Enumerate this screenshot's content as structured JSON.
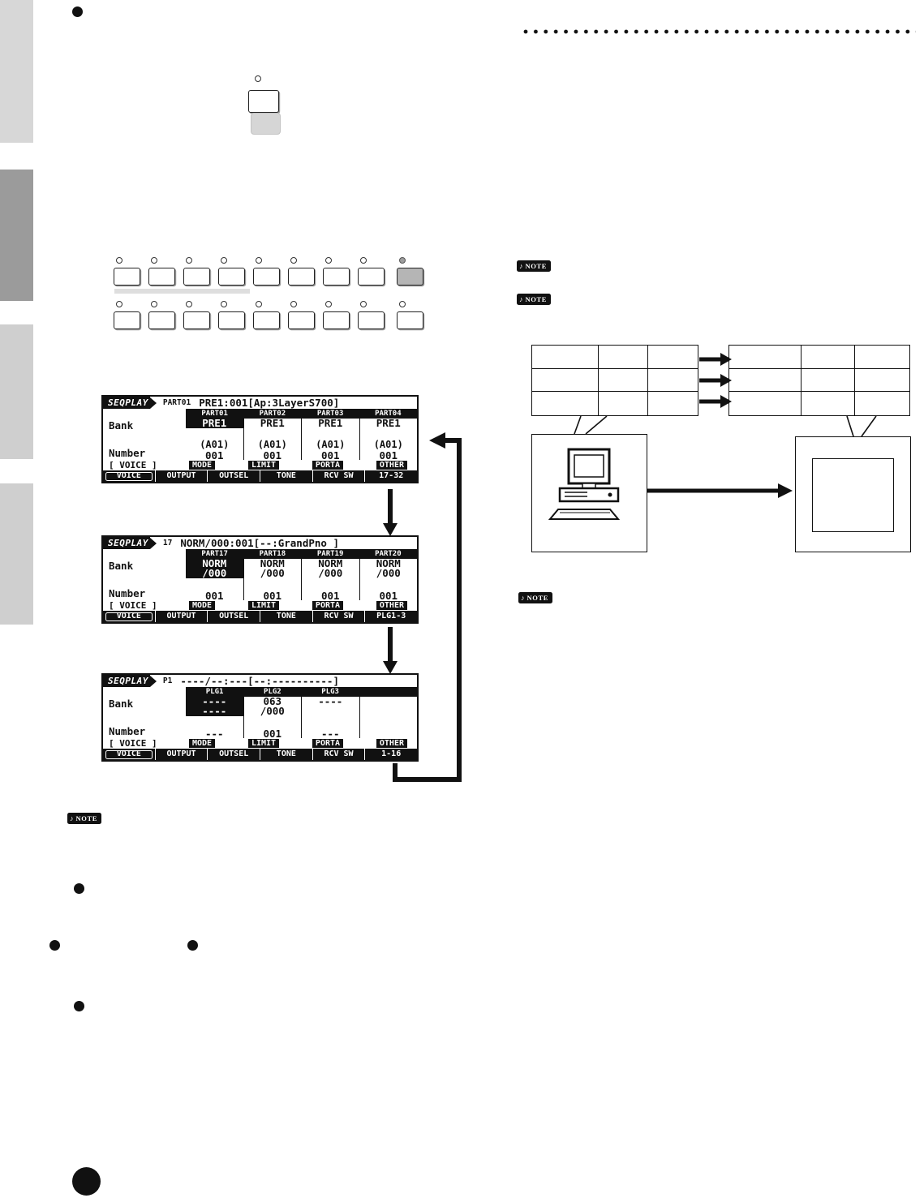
{
  "note_label": "NOTE",
  "panel": {
    "rows": [
      {
        "count": 8,
        "extra_highlight": true
      },
      {
        "count": 8,
        "extra_highlight": false
      }
    ]
  },
  "screens": [
    {
      "app": "SEQPLAY",
      "part": "PART01",
      "value": "PRE1:001[Ap:3LayerS700]",
      "bank_label": "Bank",
      "number_label": "Number",
      "col_headers": [
        "PART01",
        "PART02",
        "PART03",
        "PART04"
      ],
      "cols": [
        {
          "bank1": "PRE1",
          "bank2": "",
          "sub": "(A01)",
          "num": "001"
        },
        {
          "bank1": "PRE1",
          "bank2": "",
          "sub": "(A01)",
          "num": "001"
        },
        {
          "bank1": "PRE1",
          "bank2": "",
          "sub": "(A01)",
          "num": "001"
        },
        {
          "bank1": "PRE1",
          "bank2": "",
          "sub": "(A01)",
          "num": "001"
        }
      ],
      "menu_label": "[ VOICE ]",
      "menu": [
        "MODE",
        "LIMIT",
        "PORTA",
        "OTHER"
      ],
      "tabs": [
        "VOICE",
        "OUTPUT",
        "OUTSEL",
        "TONE",
        "RCV SW",
        "17-32"
      ]
    },
    {
      "app": "SEQPLAY",
      "part": "17",
      "value": "NORM/000:001[--:GrandPno ]",
      "bank_label": "Bank",
      "number_label": "Number",
      "col_headers": [
        "PART17",
        "PART18",
        "PART19",
        "PART20"
      ],
      "cols": [
        {
          "bank1": "NORM",
          "bank2": "/000",
          "sub": "",
          "num": "001"
        },
        {
          "bank1": "NORM",
          "bank2": "/000",
          "sub": "",
          "num": "001"
        },
        {
          "bank1": "NORM",
          "bank2": "/000",
          "sub": "",
          "num": "001"
        },
        {
          "bank1": "NORM",
          "bank2": "/000",
          "sub": "",
          "num": "001"
        }
      ],
      "menu_label": "[ VOICE ]",
      "menu": [
        "MODE",
        "LIMIT",
        "PORTA",
        "OTHER"
      ],
      "tabs": [
        "VOICE",
        "OUTPUT",
        "OUTSEL",
        "TONE",
        "RCV SW",
        "PLG1-3"
      ]
    },
    {
      "app": "SEQPLAY",
      "part": "P1",
      "value": "----/--:---[--:----------]",
      "bank_label": "Bank",
      "number_label": "Number",
      "col_headers": [
        "PLG1",
        "PLG2",
        "PLG3",
        ""
      ],
      "cols": [
        {
          "bank1": "----",
          "bank2": "----",
          "sub": "",
          "num": "---"
        },
        {
          "bank1": "063",
          "bank2": "/000",
          "sub": "",
          "num": "001"
        },
        {
          "bank1": "----",
          "bank2": "",
          "sub": "",
          "num": "---"
        },
        {
          "bank1": "",
          "bank2": "",
          "sub": "",
          "num": ""
        }
      ],
      "menu_label": "[ VOICE ]",
      "menu": [
        "MODE",
        "LIMIT",
        "PORTA",
        "OTHER"
      ],
      "tabs": [
        "VOICE",
        "OUTPUT",
        "OUTSEL",
        "TONE",
        "RCV SW",
        "1-16"
      ]
    }
  ]
}
